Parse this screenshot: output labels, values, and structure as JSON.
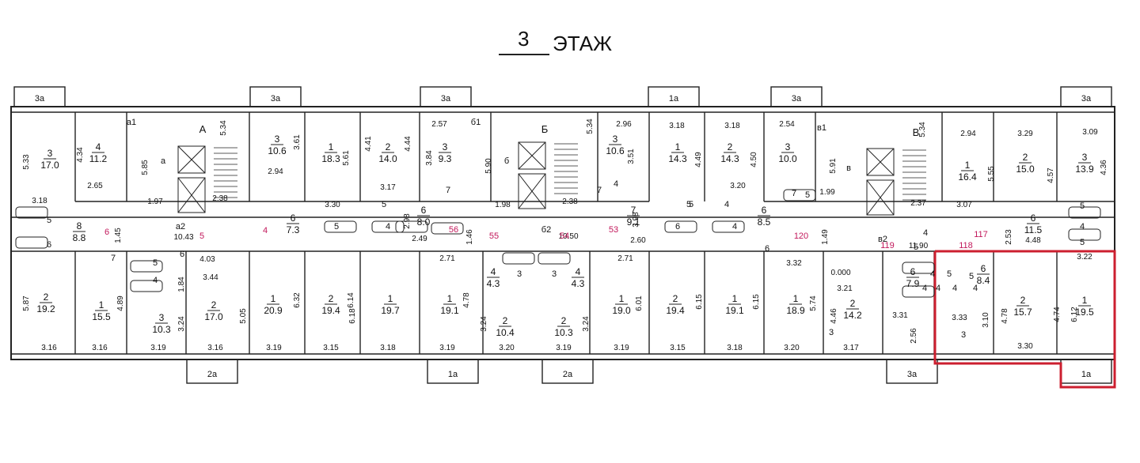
{
  "title": {
    "floor_number": "3",
    "floor_word": "ЭТАЖ"
  },
  "colors": {
    "ink": "#222222",
    "highlight": "#cc1f2f",
    "corridor_number": "#c2185b"
  },
  "entrances": [
    "А",
    "Б",
    "В"
  ],
  "balconies_top": [
    "3а",
    "3а",
    "3а",
    "1а",
    "3а",
    "3а"
  ],
  "balconies_bottom": [
    "2а",
    "1а",
    "2а",
    "3а",
    "1а"
  ],
  "corridor_numbers": [
    "6",
    "5",
    "4",
    "56",
    "55",
    "54",
    "53",
    "120",
    "119",
    "118",
    "117"
  ],
  "stair_labels": [
    "а",
    "а1",
    "а2",
    "б",
    "б1",
    "б2",
    "в",
    "в1",
    "в2"
  ],
  "rooms": [
    {
      "n": "3",
      "a": "17.0"
    },
    {
      "n": "4",
      "a": "11.2"
    },
    {
      "n": "3",
      "a": "10.6"
    },
    {
      "n": "1",
      "a": "18.3"
    },
    {
      "n": "2",
      "a": "14.0"
    },
    {
      "n": "3",
      "a": "9.3"
    },
    {
      "n": "3",
      "a": "10.6"
    },
    {
      "n": "1",
      "a": "14.3"
    },
    {
      "n": "2",
      "a": "14.3"
    },
    {
      "n": "3",
      "a": "10.0"
    },
    {
      "n": "1",
      "a": "16.4"
    },
    {
      "n": "2",
      "a": "15.0"
    },
    {
      "n": "3",
      "a": "13.9"
    },
    {
      "n": "8",
      "a": "8.8"
    },
    {
      "n": "6",
      "a": "7.3"
    },
    {
      "n": "6",
      "a": "8.0"
    },
    {
      "n": "7",
      "a": "9.1"
    },
    {
      "n": "6",
      "a": "8.5"
    },
    {
      "n": "6",
      "a": "11.5"
    },
    {
      "n": "2",
      "a": "19.2"
    },
    {
      "n": "1",
      "a": "15.5"
    },
    {
      "n": "3",
      "a": "10.3"
    },
    {
      "n": "2",
      "a": "17.0"
    },
    {
      "n": "1",
      "a": "20.9"
    },
    {
      "n": "2",
      "a": "19.4"
    },
    {
      "n": "1",
      "a": "19.7"
    },
    {
      "n": "1",
      "a": "19.1"
    },
    {
      "n": "4",
      "a": "4.3"
    },
    {
      "n": "2",
      "a": "10.4"
    },
    {
      "n": "2",
      "a": "10.3"
    },
    {
      "n": "4",
      "a": "4.3"
    },
    {
      "n": "1",
      "a": "19.0"
    },
    {
      "n": "2",
      "a": "19.4"
    },
    {
      "n": "1",
      "a": "19.1"
    },
    {
      "n": "1",
      "a": "18.9"
    },
    {
      "n": "2",
      "a": "14.2"
    },
    {
      "n": "6",
      "a": "7.9"
    },
    {
      "n": "6",
      "a": "8.4"
    },
    {
      "n": "2",
      "a": "15.7"
    },
    {
      "n": "1",
      "a": "19.5"
    }
  ],
  "dimensions": [
    "5.33",
    "3.18",
    "4.34",
    "2.65",
    "5.85",
    "1.97",
    "2.38",
    "5.34",
    "3.61",
    "2.94",
    "5.61",
    "3.30",
    "4.41",
    "4.44",
    "3.17",
    "2.57",
    "3.84",
    "5.90",
    "1.98",
    "2.38",
    "2.96",
    "3.51",
    "5.34",
    "3.18",
    "4.49",
    "3.18",
    "4.50",
    "3.20",
    "2.54",
    "5.91",
    "1.99",
    "2.37",
    "5.34",
    "2.94",
    "5.55",
    "3.07",
    "3.29",
    "4.57",
    "3.09",
    "4.36",
    "1.45",
    "10.43",
    "2.98",
    "2.49",
    "1.46",
    "10.50",
    "3.98",
    "2.60",
    "1.49",
    "11.90",
    "2.53",
    "4.48",
    "4.03",
    "3.44",
    "1.84",
    "5.87",
    "3.16",
    "4.89",
    "3.16",
    "3.24",
    "3.19",
    "5.05",
    "3.16",
    "6.32",
    "3.19",
    "6.14",
    "3.15",
    "6.18",
    "3.18",
    "2.71",
    "4.78",
    "3.19",
    "3.24",
    "3.20",
    "3.19",
    "3.24",
    "2.71",
    "6.01",
    "3.19",
    "6.15",
    "3.15",
    "6.15",
    "3.18",
    "3.32",
    "5.74",
    "3.20",
    "0.000",
    "3.21",
    "4.46",
    "3.17",
    "3.31",
    "2.56",
    "3.33",
    "3.10",
    "4.78",
    "3.30",
    "4.74",
    "6.12",
    "3.22"
  ],
  "small_room_numbers": [
    "5",
    "6",
    "7",
    "5",
    "6",
    "4",
    "5",
    "4",
    "7",
    "5",
    "7",
    "4",
    "5",
    "4",
    "6",
    "4",
    "5",
    "6",
    "5",
    "4",
    "7",
    "5",
    "4",
    "5",
    "5",
    "4",
    "3",
    "3",
    "3",
    "3",
    "5",
    "4",
    "4",
    "5",
    "4",
    "4"
  ]
}
